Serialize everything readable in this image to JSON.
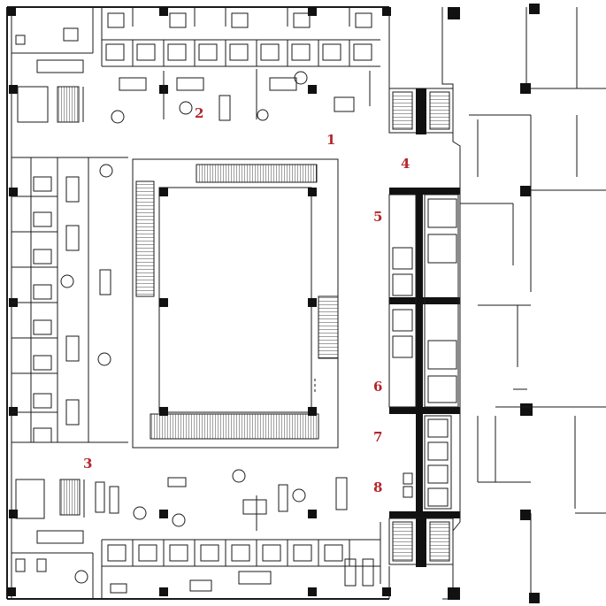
{
  "plan": {
    "type": "office floor plan",
    "line_color": "#1a1a1a",
    "label_color": "#b3262b",
    "labels": [
      "1",
      "2",
      "3",
      "4",
      "5",
      "6",
      "7",
      "8"
    ]
  }
}
